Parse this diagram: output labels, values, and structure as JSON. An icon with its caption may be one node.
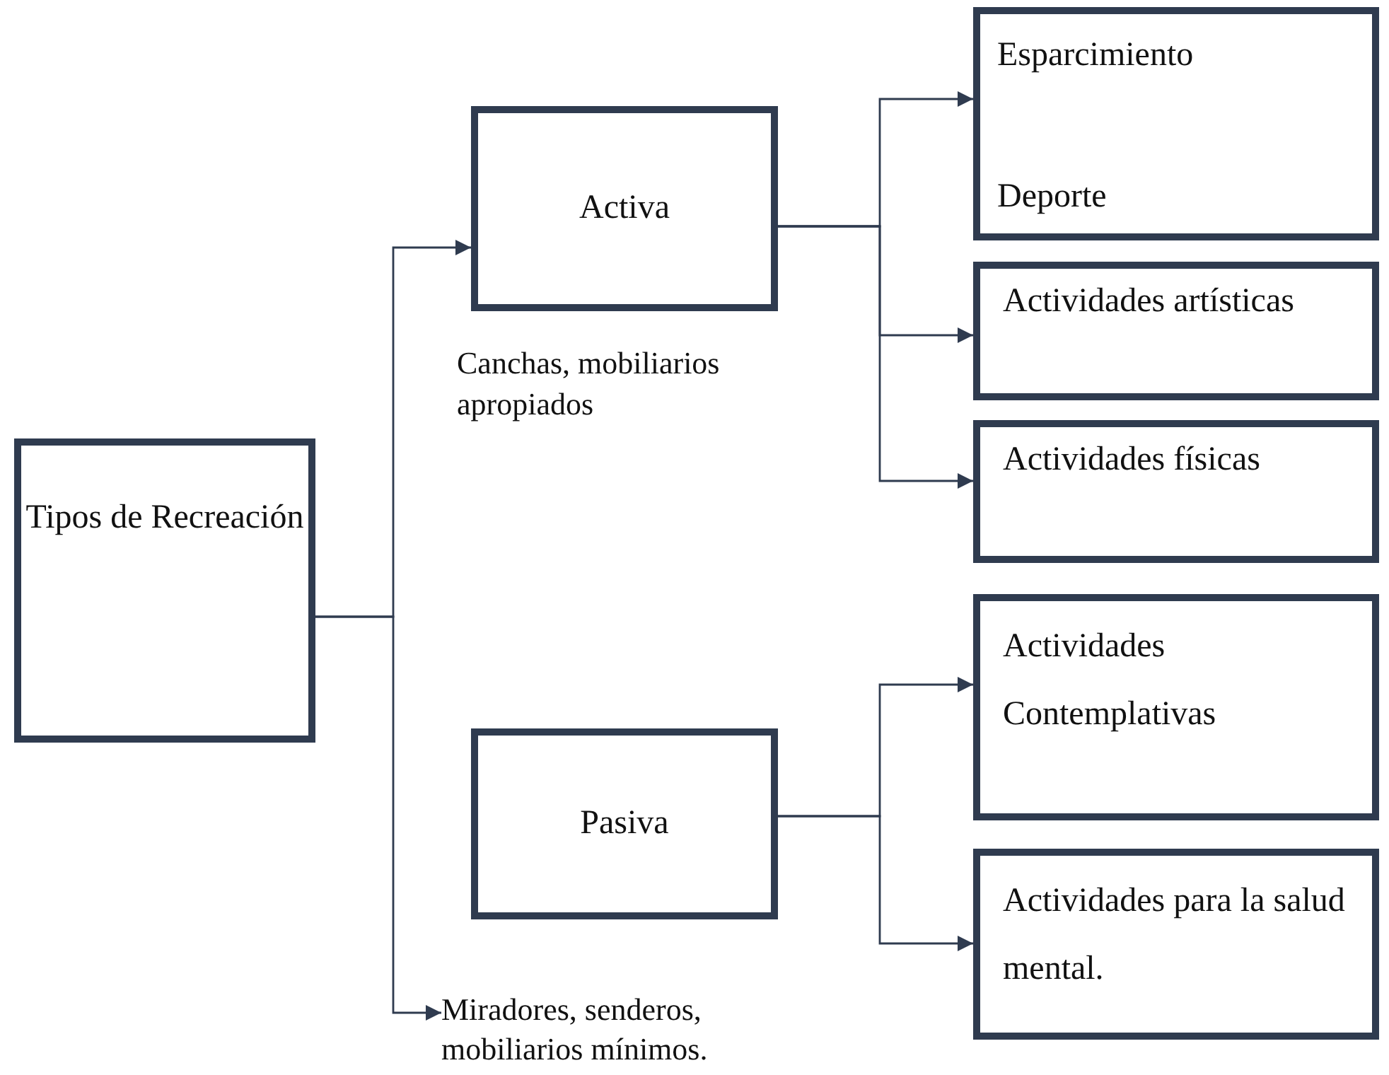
{
  "diagram": {
    "nodes": [
      {
        "text": [
          "Tipos de Recreación"
        ]
      },
      {
        "text": [
          "Activa"
        ],
        "beside": [
          "Canchas, mobiliarios apropiados"
        ]
      },
      {
        "text": [
          "Esparcimiento",
          "Deporte"
        ]
      },
      {
        "text": [
          "Actividades artísticas"
        ]
      },
      {
        "text": [
          "Actividades físicas"
        ]
      },
      {
        "text": [
          "Pasiva"
        ]
      },
      {
        "text": [
          "Miradores, senderos, mobiliarios mínimos."
        ]
      },
      {
        "text": [
          "Actividades Contemplativas"
        ]
      },
      {
        "text": [
          "Actividades para la salud mental."
        ]
      }
    ],
    "edges": [
      {
        "from": 0,
        "to": 1,
        "arrow": "to"
      },
      {
        "from": 0,
        "to": 6,
        "arrow": "to"
      },
      {
        "from": 1,
        "to": 2,
        "arrow": "to"
      },
      {
        "from": 1,
        "to": 3,
        "arrow": "to"
      },
      {
        "from": 1,
        "to": 4,
        "arrow": "to"
      },
      {
        "from": 5,
        "to": 7,
        "arrow": "to"
      },
      {
        "from": 5,
        "to": 8,
        "arrow": "to"
      }
    ]
  }
}
